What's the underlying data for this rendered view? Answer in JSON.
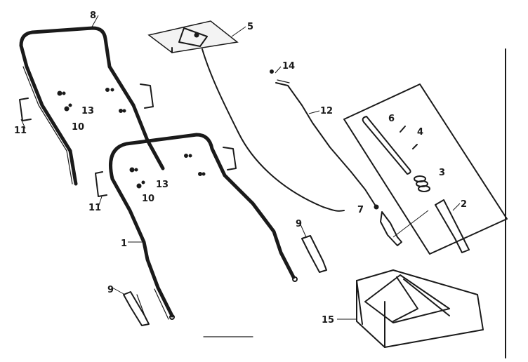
{
  "figure": {
    "callouts": {
      "c1": "1",
      "c2": "2",
      "c3": "3",
      "c4": "4",
      "c5": "5",
      "c6": "6",
      "c7": "7",
      "c8": "8",
      "c9_upper": "9",
      "c9_lower": "9",
      "c10_upper": "10",
      "c10_lower": "10",
      "c11_upper": "11",
      "c11_lower": "11",
      "c12": "12",
      "c13_upper": "13",
      "c13_lower": "13",
      "c14": "14",
      "c15": "15"
    }
  },
  "colors": {
    "ink": "#1a1a1a",
    "paper": "#ffffff"
  }
}
